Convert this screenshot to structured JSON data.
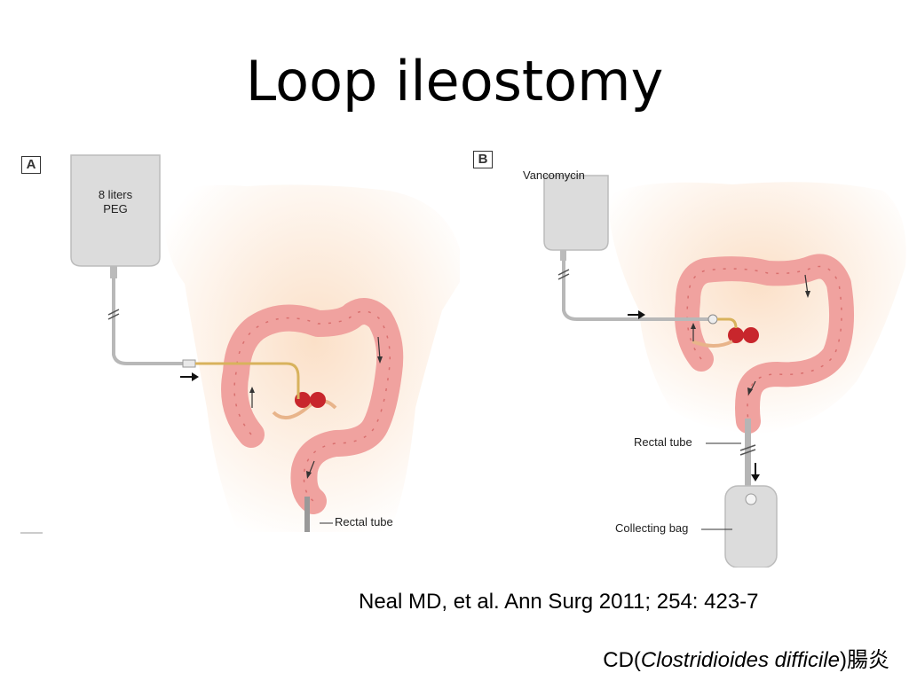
{
  "slide": {
    "title": "Loop ileostomy",
    "citation": "Neal MD, et al. Ann Surg 2011; 254: 423-7",
    "caption": {
      "prefix": "CD(",
      "organism": "Clostridioides difficile",
      "suffix": ")腸炎"
    }
  },
  "panel_a": {
    "label": "A",
    "bag_line1": "8 liters",
    "bag_line2": "PEG",
    "rectal_tube": "Rectal tube"
  },
  "panel_b": {
    "label": "B",
    "drug": "Vancomycin",
    "rectal_tube": "Rectal tube",
    "collecting_bag": "Collecting bag"
  },
  "colors": {
    "skin": "#fbe3cc",
    "colon": "#f0a29f",
    "colon_dark": "#d9706f",
    "stoma": "#c8262c",
    "tube": "#d8b25c",
    "bag": "#dcdcdc"
  }
}
